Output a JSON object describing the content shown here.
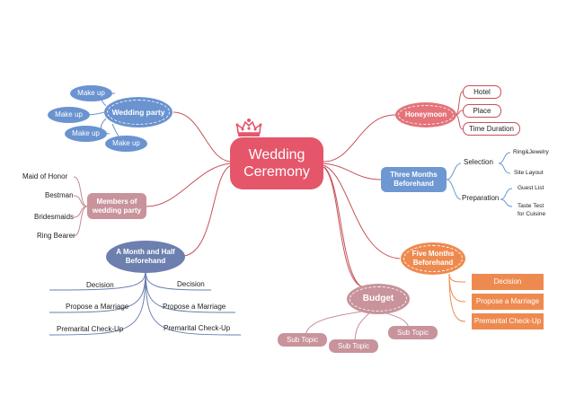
{
  "colors": {
    "central": "#e5566a",
    "wedding_party": "#6a93cf",
    "members": "#c8939b",
    "month_half": "#6c7fae",
    "honeymoon": "#e5737a",
    "three_months": "#6d98d2",
    "five_months": "#ee8a4f",
    "budget": "#c8939b",
    "line_red": "#c8505a",
    "line_blue": "#6a7fae",
    "line_pink": "#c58a95",
    "line_orange": "#ee8a4f"
  },
  "central": {
    "label_line1": "Wedding",
    "label_line2": "Ceremony",
    "icon": "crown-icon"
  },
  "wedding_party": {
    "label": "Wedding party",
    "children": [
      "Make up",
      "Make up",
      "Make up",
      "Make up"
    ]
  },
  "members": {
    "label_line1": "Members of",
    "label_line2": "wedding party",
    "children": [
      "Maid of Honor",
      "Bestman",
      "Bridesmaids",
      "Ring Bearer"
    ]
  },
  "month_half": {
    "label_line1": "A Month and Half",
    "label_line2": "Beforehand",
    "left_children": [
      "Decision",
      "Propose a Marriage",
      "Premarital Check-Up"
    ],
    "right_children": [
      "Decision",
      "Propose a Marriage",
      "Premarital Check-Up"
    ]
  },
  "honeymoon": {
    "label": "Honeymoon",
    "children": [
      "Hotel",
      "Place",
      "Time Duration"
    ]
  },
  "three_months": {
    "label_line1": "Three Months",
    "label_line2": "Beforehand",
    "selection": {
      "label": "Selection",
      "children": [
        "Ring&Jewelry",
        "Site Layout"
      ]
    },
    "preparation": {
      "label": "Preparation",
      "children": [
        "Guest List",
        "Taste Test",
        "for Cuisine"
      ]
    }
  },
  "five_months": {
    "label_line1": "Five Months",
    "label_line2": "Beforehand",
    "children": [
      "Decision",
      "Propose a Marriage",
      "Premarital Check-Up"
    ]
  },
  "budget": {
    "label": "Budget",
    "children": [
      "Sub Topic",
      "Sub Topic",
      "Sub Topic"
    ]
  }
}
